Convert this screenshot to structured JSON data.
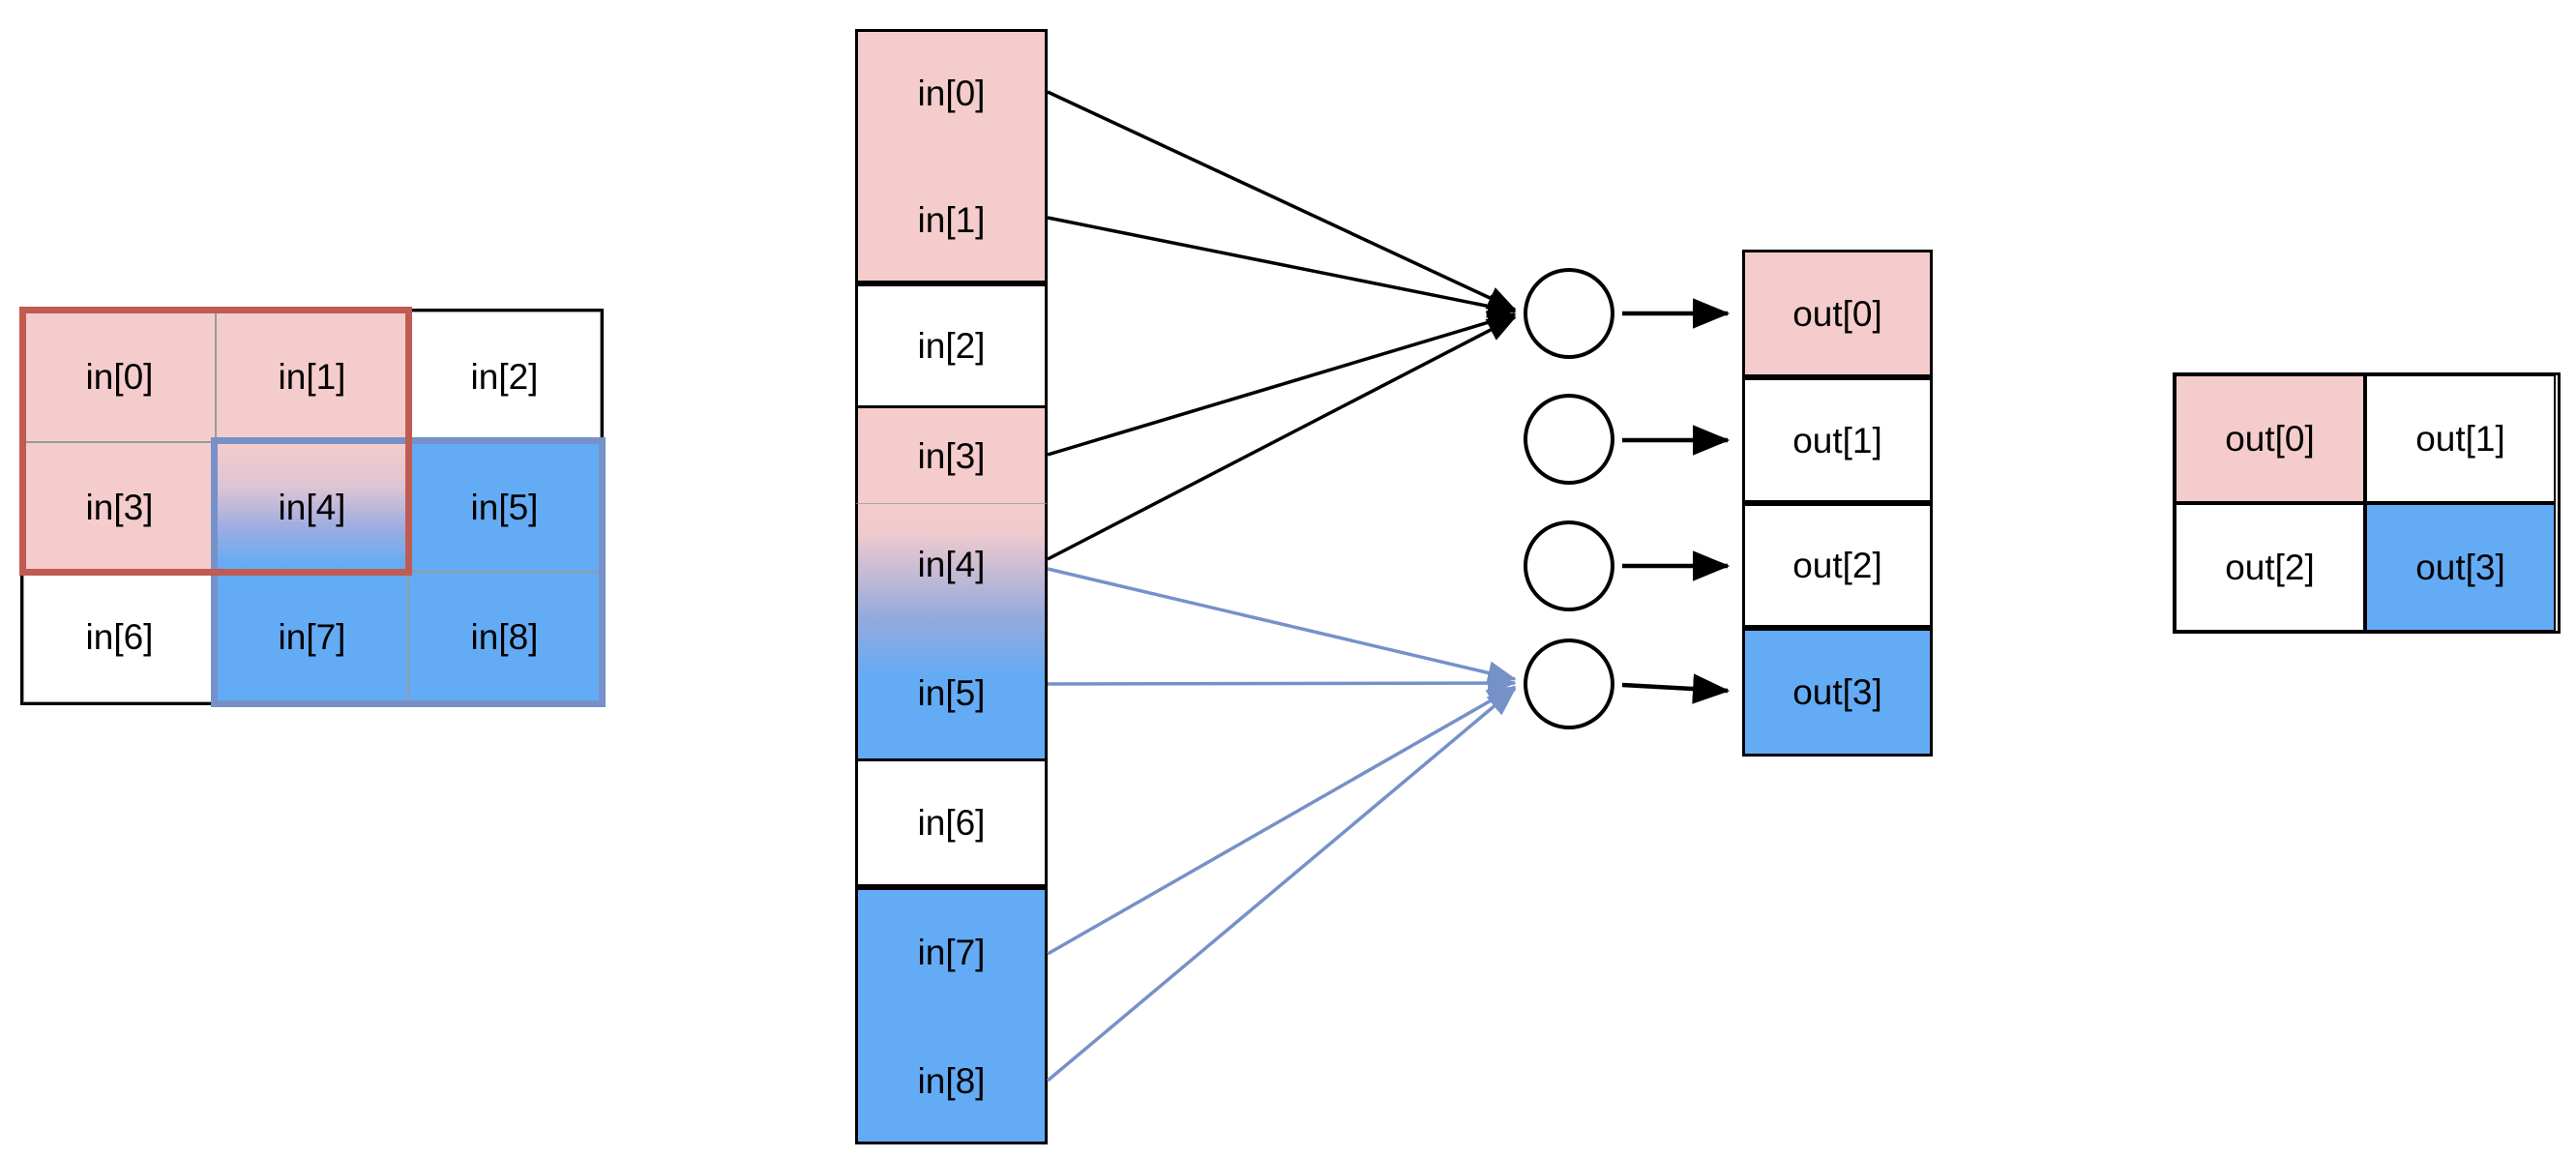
{
  "left_grid": {
    "cells": [
      {
        "label": "in[0]"
      },
      {
        "label": "in[1]"
      },
      {
        "label": "in[2]"
      },
      {
        "label": "in[3]"
      },
      {
        "label": "in[4]"
      },
      {
        "label": "in[5]"
      },
      {
        "label": "in[6]"
      },
      {
        "label": "in[7]"
      },
      {
        "label": "in[8]"
      }
    ]
  },
  "in_column": {
    "cells": [
      {
        "label": "in[0]"
      },
      {
        "label": "in[1]"
      },
      {
        "label": "in[2]"
      },
      {
        "label": "in[3]"
      },
      {
        "label": "in[4]"
      },
      {
        "label": "in[5]"
      },
      {
        "label": "in[6]"
      },
      {
        "label": "in[7]"
      },
      {
        "label": "in[8]"
      }
    ]
  },
  "out_column": {
    "cells": [
      {
        "label": "out[0]"
      },
      {
        "label": "out[1]"
      },
      {
        "label": "out[2]"
      },
      {
        "label": "out[3]"
      }
    ]
  },
  "right_grid": {
    "cells": [
      {
        "label": "out[0]"
      },
      {
        "label": "out[1]"
      },
      {
        "label": "out[2]"
      },
      {
        "label": "out[3]"
      }
    ]
  },
  "colors": {
    "pink_fill": "#f4cccc",
    "blue_fill": "#64abf5",
    "red_window_border": "#c05b52",
    "blue_window_border": "#7691c8",
    "black": "#000000"
  }
}
